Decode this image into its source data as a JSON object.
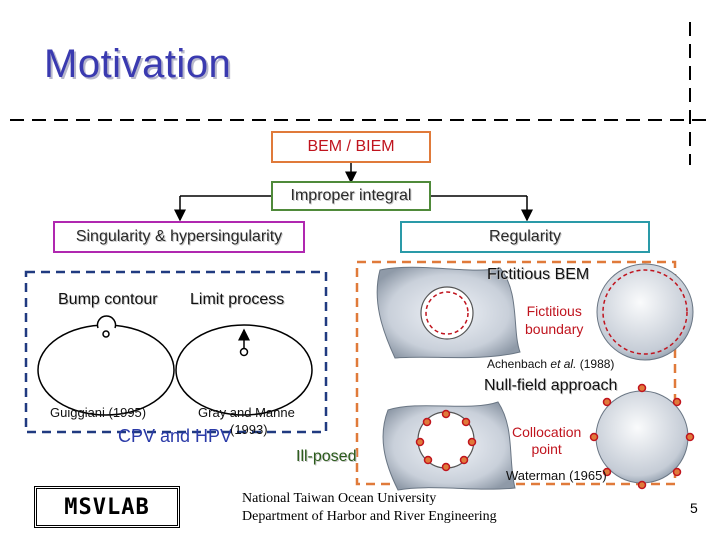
{
  "slide": {
    "title": "Motivation",
    "page_number": "5"
  },
  "diagram": {
    "root": "BEM / BIEM",
    "improper": "Improper integral",
    "singularity": "Singularity & hypersingularity",
    "regularity": "Regularity",
    "bump_contour": "Bump contour",
    "limit_process": "Limit process",
    "guiggiani": "Guiggiani (1995)",
    "gray_manne": "Gray and Manne",
    "gray_year": "(1993)",
    "cpv_hpv": "CPV and HPV",
    "ill_posed": "Ill-posed",
    "fictitious_bem": "Fictitious BEM",
    "fictitious_boundary_1": "Fictitious",
    "fictitious_boundary_2": "boundary",
    "achenbach_1": "Achenbach ",
    "achenbach_etal": "et al.",
    "achenbach_2": " (1988)",
    "null_field": "Null-field approach",
    "collocation_1": "Collocation",
    "collocation_2": "point",
    "waterman": "Waterman (1965)"
  },
  "footer": {
    "logo": "MSVLAB",
    "university": "National Taiwan Ocean University",
    "department": "Department of Harbor and River Engineering"
  },
  "colors": {
    "title": "#3a3ab0",
    "root_border": "#e07a3a",
    "improper_border": "#4f8a3a",
    "singularity_border": "#b028b0",
    "regularity_border": "#2a9aa8",
    "left_dashed_box": "#203a80",
    "right_dashed_box": "#e07a3a",
    "red_marks": "#c0141e"
  }
}
